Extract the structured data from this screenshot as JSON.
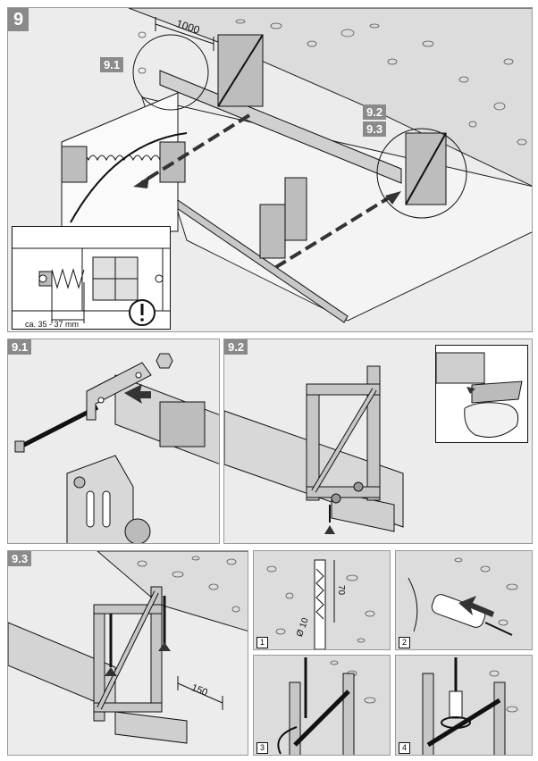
{
  "main": {
    "step": "9",
    "dimension": "1000",
    "callouts": [
      "9.1",
      "9.2",
      "9.3"
    ],
    "detail_spring_label": "ca. 35 - 37 mm",
    "warning_icon": "exclamation-in-circle-icon"
  },
  "sub_91": {
    "title": "9.1"
  },
  "sub_92": {
    "title": "9.2"
  },
  "sub_93": {
    "title": "9.3",
    "dimension": "150",
    "steps": [
      {
        "num": "1",
        "dim_depth": "70",
        "dim_dia": "Ø 10"
      },
      {
        "num": "2"
      },
      {
        "num": "3"
      },
      {
        "num": "4"
      }
    ]
  },
  "colors": {
    "tag_bg": "#8a8a8a",
    "panel_bg": "#ececec",
    "line": "#111111"
  }
}
